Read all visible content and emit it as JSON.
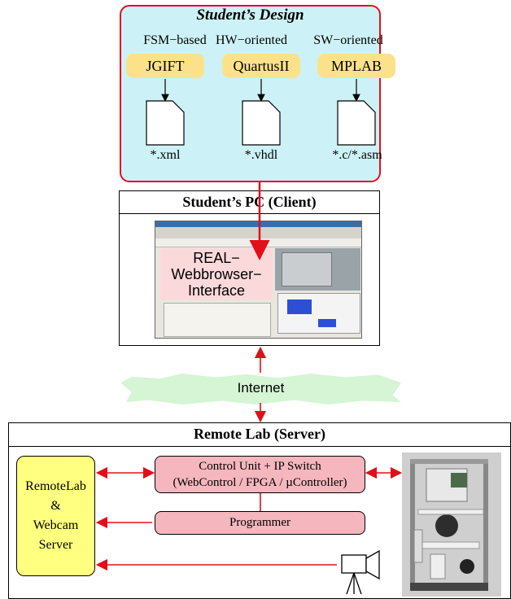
{
  "student_design": {
    "title": "Student’s Design",
    "columns": [
      {
        "category": "FSM−based",
        "tool": "JGIFT",
        "file_ext": "*.xml"
      },
      {
        "category": "HW−oriented",
        "tool": "QuartusII",
        "file_ext": "*.vhdl"
      },
      {
        "category": "SW−oriented",
        "tool": "MPLAB",
        "file_ext": "*.c/*.asm"
      }
    ]
  },
  "client": {
    "title": "Student’s PC (Client)",
    "browser_label_lines": [
      "REAL−",
      "Webbrowser−",
      "Interface"
    ]
  },
  "network": {
    "label": "Internet"
  },
  "server": {
    "title": "Remote Lab (Server)",
    "server_box_lines": [
      "RemoteLab",
      "&",
      "Webcam",
      "Server"
    ],
    "control_unit_lines": [
      "Control Unit + IP Switch",
      "(WebControl / FPGA / µController)"
    ],
    "programmer": "Programmer"
  },
  "icons": [
    "document-icon",
    "camera-icon",
    "arrow-icon"
  ],
  "colors": {
    "design_bg": "#ccf2f7",
    "design_border": "#e0101a",
    "tool_bg": "#fbe28a",
    "internet_bg": "#d5f5d5",
    "server_bg": "#ffff80",
    "control_bg": "#f5b6bd",
    "arrow": "#e0101a"
  }
}
